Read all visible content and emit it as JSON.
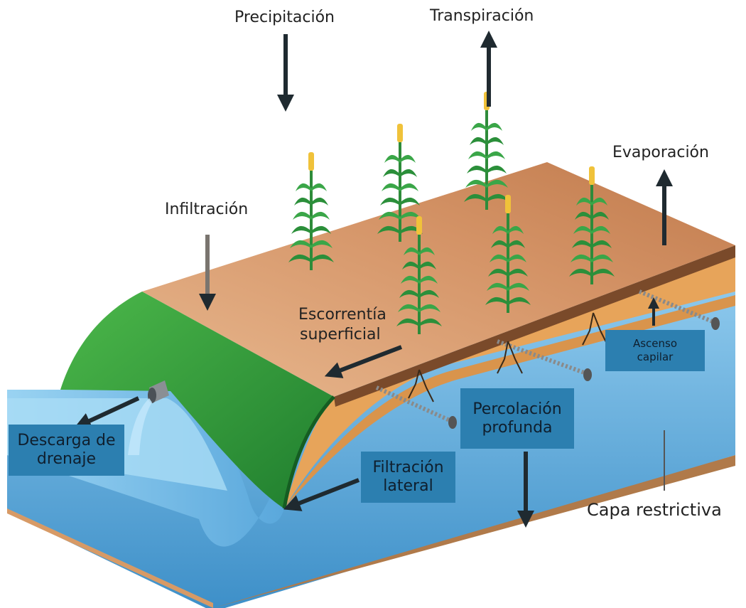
{
  "labels": {
    "precipitation": "Precipitación",
    "transpiration": "Transpiración",
    "evaporation": "Evaporación",
    "infiltration": "Infiltración",
    "runoff_line1": "Escorrentía",
    "runoff_line2": "superficial",
    "restrictive_layer": "Capa restrictiva"
  },
  "boxes": {
    "drainage_discharge": {
      "line1": "Descarga de",
      "line2": "drenaje"
    },
    "deep_percolation": {
      "line1": "Percolación",
      "line2": "profunda"
    },
    "lateral_filtration": {
      "line1": "Filtración",
      "line2": "lateral"
    },
    "capillary_rise": {
      "line1": "Ascenso",
      "line2": "capilar"
    }
  },
  "colors": {
    "soil_surface": "#c98a5e",
    "soil_layer": "#e7a45a",
    "grass": "#2f9a3a",
    "water": "#6ab2de",
    "label_box": "#2c7fb0",
    "arrow": "#1f2a30"
  }
}
